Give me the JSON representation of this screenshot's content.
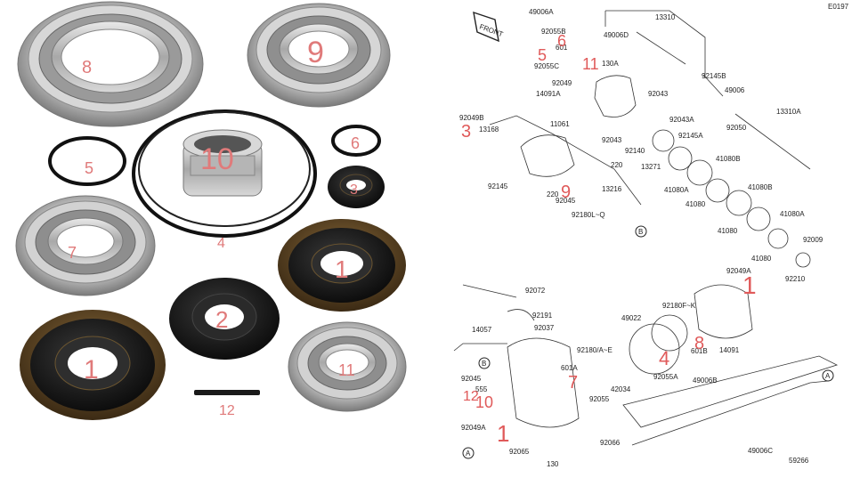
{
  "photo": {
    "labels": {
      "n1a": "1",
      "n1b": "1",
      "n2": "2",
      "n3": "3",
      "n4": "4",
      "n5": "5",
      "n6": "6",
      "n7": "7",
      "n8": "8",
      "n9": "9",
      "n10": "10",
      "n11": "11",
      "n12": "12"
    }
  },
  "diagram": {
    "code": "E0197",
    "front": "FRONT",
    "parts": {
      "p49006A": "49006A",
      "p49006D": "49006D",
      "p13310": "13310",
      "p92055B": "92055B",
      "p601": "601",
      "p130A": "130A",
      "p92055C": "92055C",
      "p92049": "92049",
      "p14091A": "14091A",
      "p92043": "92043",
      "p92145B": "92145B",
      "p49006": "49006",
      "p13310A": "13310A",
      "p92049B": "92049B",
      "p11061": "11061",
      "p13168": "13168",
      "p92043A": "92043A",
      "p92145A": "92145A",
      "p92043b": "92043",
      "p92140": "92140",
      "p92050": "92050",
      "p220a": "220",
      "p13271": "13271",
      "p41080B": "41080B",
      "p92145": "92145",
      "p220b": "220",
      "p41080A": "41080A",
      "p13216": "13216",
      "p92045": "92045",
      "p41080": "41080",
      "p41080B2": "41080B",
      "p92180LQ": "92180L~Q",
      "p41080A2": "41080A",
      "p41080b": "41080",
      "p92009": "92009",
      "p41080c": "41080",
      "p92049A": "92049A",
      "p92210": "92210",
      "p92072": "92072",
      "p92191": "92191",
      "p14057": "14057",
      "p92037": "92037",
      "p49022": "49022",
      "p92180FK": "92180F~K",
      "p14091": "14091",
      "p601B": "601B",
      "p92180AE": "92180/A~E",
      "p601A": "601A",
      "p92045b": "92045",
      "p555": "555",
      "p42034": "42034",
      "p92055A": "92055A",
      "p92055": "92055",
      "p49006B": "49006B",
      "p92049A2": "92049A",
      "p92066": "92066",
      "p92065": "92065",
      "p49006C": "49006C",
      "p130": "130",
      "p59266": "59266",
      "refA": "A",
      "refB": "B"
    },
    "markers": {
      "m1a": "1",
      "m1b": "1",
      "m3": "3",
      "m4": "4",
      "m5": "5",
      "m6": "6",
      "m7": "7",
      "m8": "8",
      "m9": "9",
      "m10": "10",
      "m11": "11",
      "m12": "12"
    }
  }
}
